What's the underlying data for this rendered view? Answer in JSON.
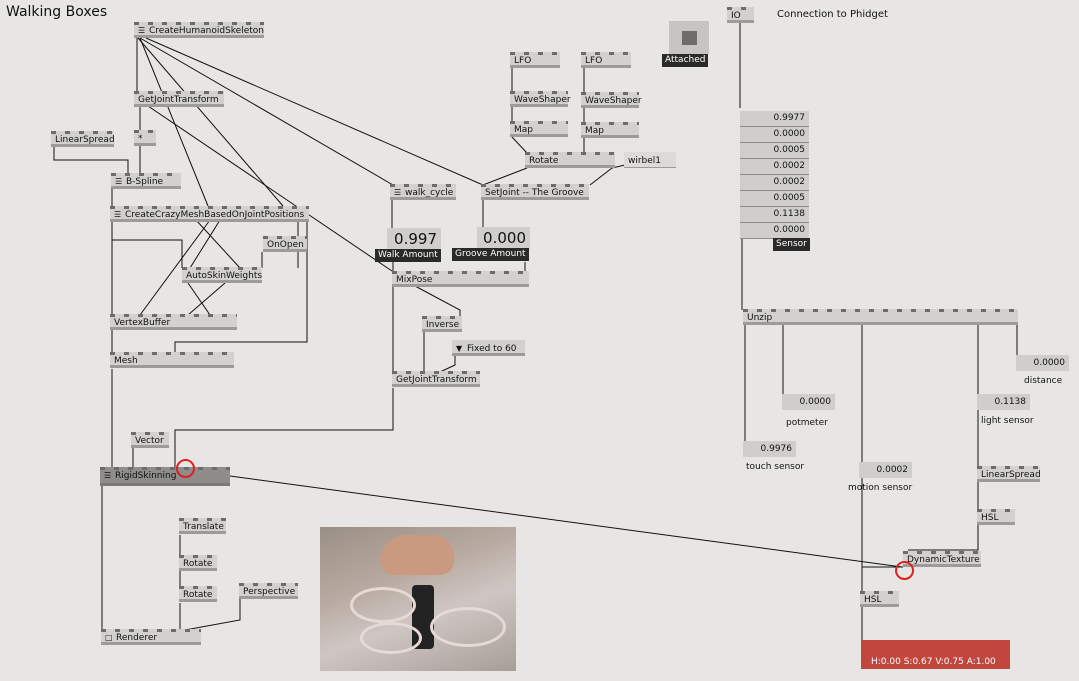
{
  "title": "Walking Boxes",
  "notes": {
    "connection": "Connection to Phidget"
  },
  "nodes": {
    "createHumanoid": "CreateHumanoidSkeleton",
    "getJoint1": "GetJointTransform",
    "star": "*",
    "linearSpread1": "LinearSpread",
    "bspline": "B-Spline",
    "crazyMesh": "CreateCrazyMeshBasedOnJointPositions",
    "onOpen": "OnOpen",
    "autoSkin": "AutoSkinWeights",
    "vertexBuffer": "VertexBuffer",
    "mesh": "Mesh",
    "vector": "Vector",
    "rigidSkinning": "RigidSkinning",
    "translate": "Translate",
    "rotate1": "Rotate",
    "rotate2": "Rotate",
    "perspective": "Perspective",
    "renderer": "Renderer",
    "walkCycle": "walk_cycle",
    "setJoint": "SetJoint -- The Groove",
    "lfo1": "LFO",
    "lfo2": "LFO",
    "waveShaper1": "WaveShaper",
    "waveShaper2": "WaveShaper",
    "map1": "Map",
    "map2": "Map",
    "rotate3": "Rotate",
    "wirbel": "wirbel1",
    "mixPose": "MixPose",
    "inverse": "Inverse",
    "fixed": "Fixed to 60",
    "getJoint2": "GetJointTransform",
    "io": "IO",
    "unzip": "Unzip",
    "linearSpread2": "LinearSpread",
    "hsl1": "HSL",
    "dynamicTexture": "DynamicTexture",
    "hsl2": "HSL"
  },
  "values": {
    "walkAmount": "0.997",
    "grooveAmount": "0.000",
    "distance": "0.0000",
    "potmeter": "0.0000",
    "lightSensor": "0.1138",
    "touchSensor": "0.9976",
    "motionSensor": "0.0002"
  },
  "tags": {
    "walkAmount": "Walk Amount",
    "grooveAmount": "Groove Amount",
    "attached": "Attached",
    "sensor": "Sensor"
  },
  "labels": {
    "distance": "distance",
    "potmeter": "potmeter",
    "lightSensor": "light sensor",
    "touchSensor": "touch sensor",
    "motionSensor": "motion sensor"
  },
  "sensorValues": [
    "0.9977",
    "0.0000",
    "0.0005",
    "0.0002",
    "0.0002",
    "0.0005",
    "0.1138",
    "0.0000"
  ],
  "colorReadout": "H:0.00  S:0.67  V:0.75  A:1.00",
  "colors": {
    "background": "#e7e6e4",
    "node": "#d2d1cf",
    "highlight": "#e02020",
    "colorPreview": "#c2463d"
  }
}
